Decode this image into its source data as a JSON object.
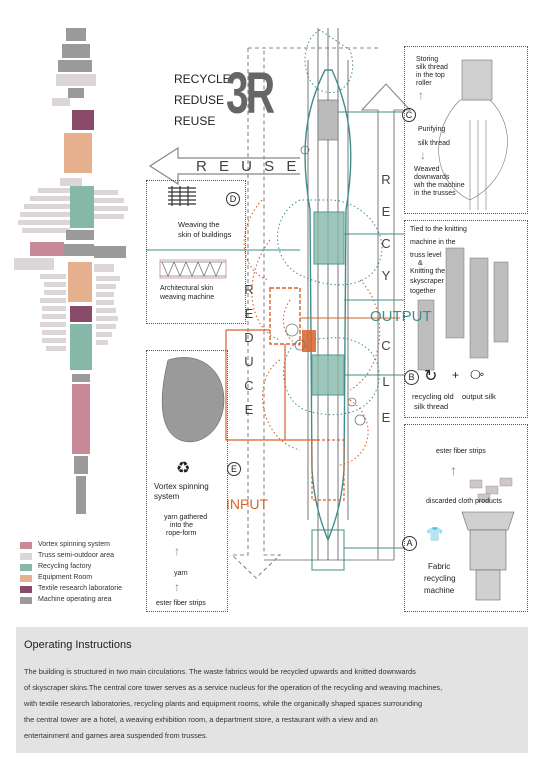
{
  "colors": {
    "vortex": "#c98a98",
    "truss": "#ddd6d6",
    "recycling": "#86b8aa",
    "equipment": "#e6b08f",
    "textile": "#8a4a6a",
    "machine": "#9a9a9a",
    "teal": "#3e8f8a",
    "orange": "#d9622b"
  },
  "legend": [
    {
      "label": "Vortex spinning system",
      "color": "#c98a98"
    },
    {
      "label": "Truss semi-outdoor area",
      "color": "#ddd6d6"
    },
    {
      "label": "Recycling factory",
      "color": "#86b8aa"
    },
    {
      "label": "Equipment Room",
      "color": "#e6b08f"
    },
    {
      "label": "Textile research laboratorie",
      "color": "#8a4a6a"
    },
    {
      "label": "Machine operating area",
      "color": "#9a9a9a"
    }
  ],
  "banner": {
    "words": [
      "RECYCLE",
      "REDUSE",
      "REUSE"
    ],
    "mark": "3R",
    "reuse_arrow": "R E U S E"
  },
  "vertical": {
    "reduce": [
      "R",
      "E",
      "D",
      "U",
      "C",
      "E"
    ],
    "recycle": [
      "R",
      "E",
      "C",
      "Y",
      "C",
      "L",
      "E"
    ]
  },
  "labels": {
    "output": "OUTPUT",
    "input": "INPUT",
    "output_silk": "output silk",
    "plus": "+"
  },
  "panels": {
    "c": {
      "marker": "C",
      "storing": [
        "Storing",
        "silk thread",
        "in the top",
        "roller"
      ],
      "purifying": [
        "Purifying",
        "silk thread"
      ],
      "weaved": [
        "Weaved",
        "downwards",
        "wih the machine",
        "in the trusses"
      ]
    },
    "d": {
      "marker": "D",
      "title": [
        "Weaving the",
        "skin of buildings"
      ],
      "caption": [
        "Architectural skin",
        "weaving machine"
      ]
    },
    "tied": {
      "text": [
        "Tied to the knitting",
        "machine in the",
        "truss level",
        "&",
        "Knitting the",
        "skyscraper",
        "together"
      ]
    },
    "b": {
      "marker": "B",
      "text": [
        "recycling old",
        "silk thread"
      ]
    },
    "e": {
      "marker": "E",
      "title": [
        "Vortex spinning",
        "system"
      ],
      "gathered": [
        "yarn gathered",
        "into the",
        "rope-form"
      ],
      "yarn": "yarn",
      "strips": "ester fiber strips"
    },
    "a": {
      "ester": "ester fiber strips",
      "discarded": "discarded cloth products",
      "marker": "A",
      "machine": [
        "Fabric",
        "recycling",
        "machine"
      ]
    }
  },
  "instructions": {
    "heading": "Operating Instructions",
    "lines": [
      "The building is structured in two main circulations. The waste fabrics would be recycled upwards and knitted downwards",
      "of skyscraper skins.The central core tower serves as a service nucleus for the operation of the recycling and weaving machines,",
      "with textile research laboratories, recycling plants and equipment rooms, while the organically shaped spaces surrounding",
      "the central tower are a hotel, a weaving exhibition room, a department store, a restaurant with a view and an",
      "entertainment and games area suspended from trusses."
    ]
  }
}
